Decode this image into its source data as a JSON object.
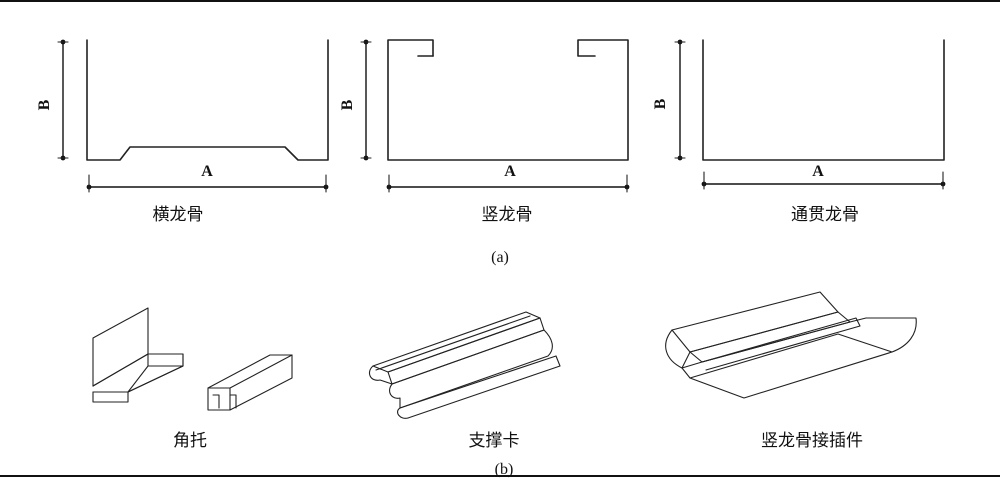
{
  "panel_a": {
    "dims": {
      "width": "A",
      "height": "B"
    },
    "labels": [
      "横龙骨",
      "竖龙骨",
      "通贯龙骨"
    ],
    "caption": "(a)"
  },
  "panel_b": {
    "labels": [
      "角托",
      "支撑卡",
      "竖龙骨接插件"
    ],
    "caption": "(b)"
  }
}
